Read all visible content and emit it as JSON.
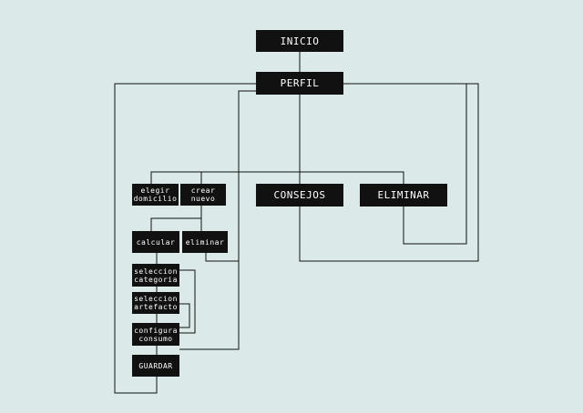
{
  "colors": {
    "background": "#dbe9e9",
    "node_fill": "#111111",
    "node_text": "#ffffff",
    "wire": "#111111"
  },
  "nodes": {
    "inicio": "INICIO",
    "perfil": "PERFIL",
    "elegir_domicilio": "elegir\ndomicilio",
    "crear_nuevo": "crear\nnuevo",
    "consejos": "CONSEJOS",
    "eliminar_main": "ELIMINAR",
    "calcular": "calcular",
    "eliminar_sub": "eliminar",
    "seleccion_categoria": "seleccion\ncategoria",
    "seleccion_artefacto": "seleccion\nartefacto",
    "configura_consumo": "configura\nconsumo",
    "guardar": "GUARDAR"
  }
}
